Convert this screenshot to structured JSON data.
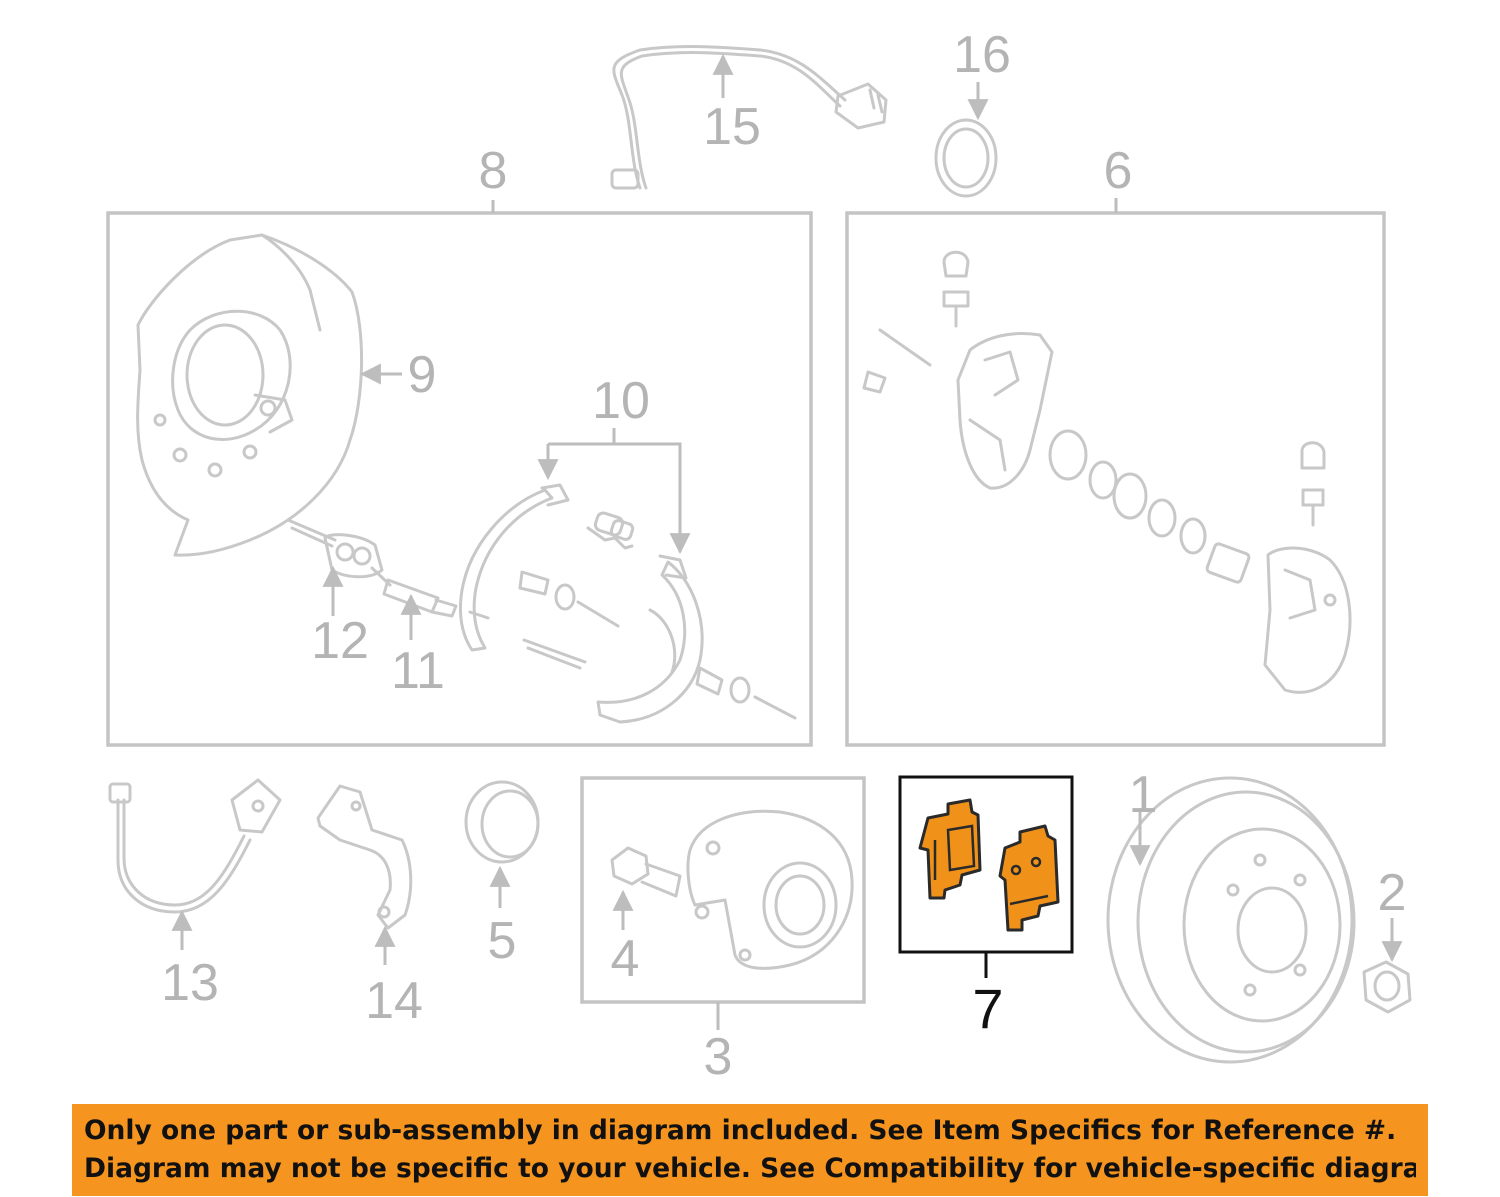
{
  "colors": {
    "highlight": "#f0921a",
    "banner": "#f5941e",
    "part_stroke": "#c8c8c8",
    "callout_muted": "#b4b4b4",
    "callout_active": "#111111"
  },
  "callouts": {
    "c1": "1",
    "c2": "2",
    "c3": "3",
    "c4": "4",
    "c5": "5",
    "c6": "6",
    "c7": "7",
    "c8": "8",
    "c9": "9",
    "c10": "10",
    "c11": "11",
    "c12": "12",
    "c13": "13",
    "c14": "14",
    "c15": "15",
    "c16": "16"
  },
  "highlighted_callout": "7",
  "notice": {
    "line1": "Only one part or sub-assembly in diagram included. See Item Specifics for Reference #.",
    "line2": "Diagram may not be specific to your vehicle. See Compatibility for vehicle-specific diagrams."
  }
}
